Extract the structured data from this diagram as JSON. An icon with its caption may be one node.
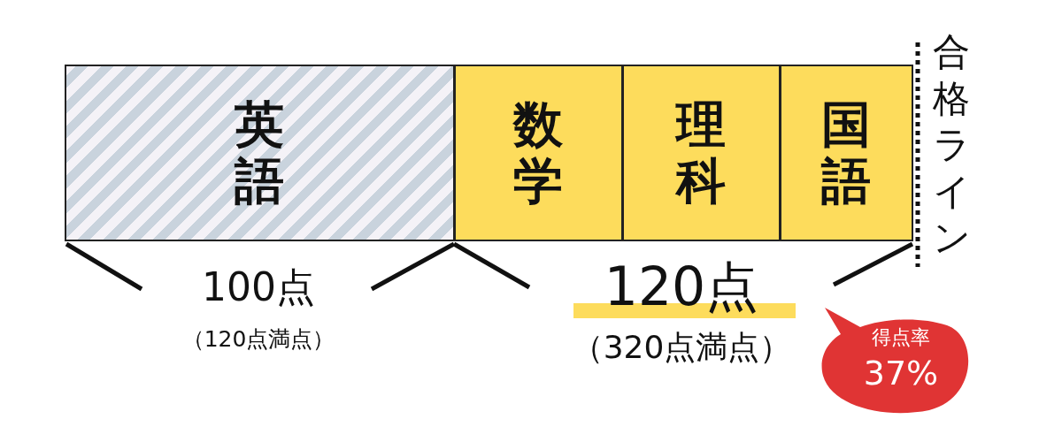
{
  "diagram": {
    "nodes": [
      {
        "text": [
          "英語"
        ]
      },
      {
        "text": [
          "数学"
        ]
      },
      {
        "text": [
          "理科"
        ]
      },
      {
        "text": [
          "国語"
        ]
      },
      {
        "text": [
          "得点率",
          "37%"
        ]
      }
    ],
    "labels": [
      "合格ライン",
      "100点",
      "（120点満点）",
      "120点",
      "（320点満点）"
    ]
  }
}
